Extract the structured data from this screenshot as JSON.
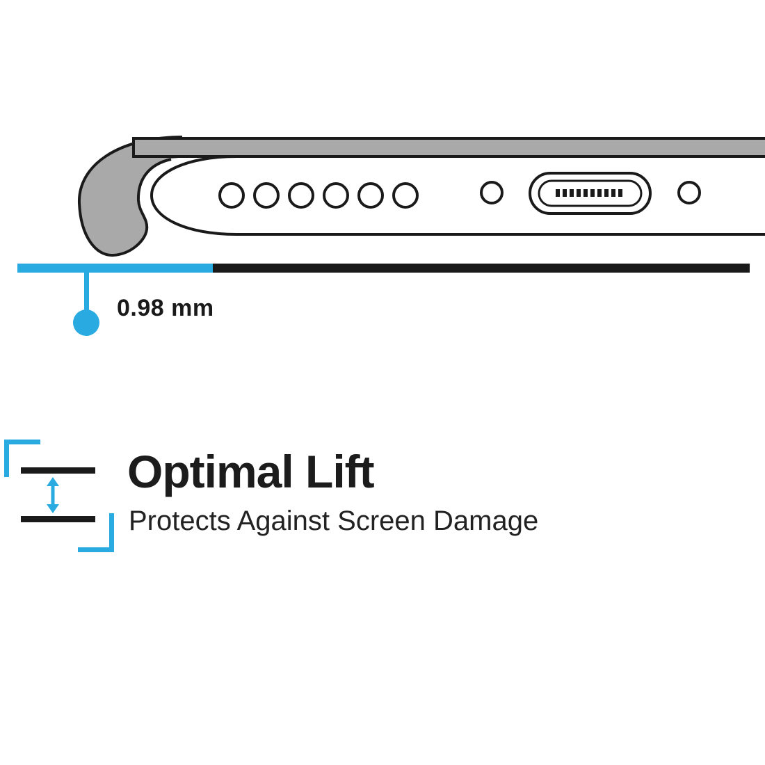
{
  "illustration": {
    "name": "phone-in-case-bottom-edge-side-view",
    "speaker_hole_count": 6,
    "lift_gap": {
      "label": "0.98 mm"
    }
  },
  "feature": {
    "title": "Optimal Lift",
    "subtitle": "Protects Against Screen Damage"
  },
  "icons": {
    "lift_icon": "double-arrow-between-bars",
    "port_icon": "charging-port"
  },
  "colors": {
    "accent": "#29ABE2",
    "case_gray": "#A9A9A9",
    "ink": "#1A1A1A",
    "background": "#FFFFFF"
  }
}
